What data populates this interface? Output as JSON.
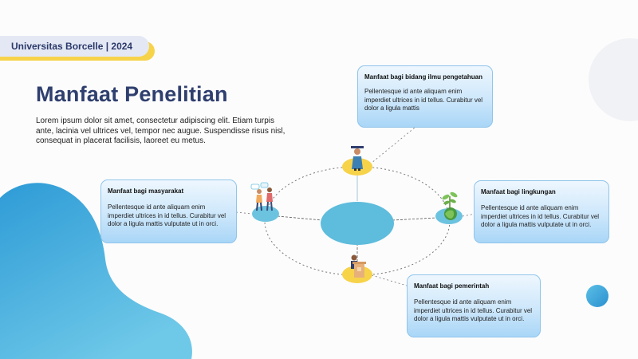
{
  "badge": {
    "text": "Universitas Borcelle | 2024"
  },
  "title": "Manfaat Penelitian",
  "description": "Lorem ipsum dolor sit amet, consectetur adipiscing elit. Etiam turpis ante, lacinia vel ultrices vel, tempor nec augue. Suspendisse risus nisl, consequat in placerat facilisis, laoreet eu metus.",
  "cards": {
    "ilmu": {
      "title": "Manfaat bagi bidang ilmu pengetahuan",
      "body": "Pellentesque id ante aliquam enim imperdiet ultrices in id tellus. Curabitur vel dolor a ligula mattis"
    },
    "masyarakat": {
      "title": "Manfaat bagi masyarakat",
      "body": "Pellentesque id ante aliquam enim imperdiet ultrices in id tellus. Curabitur vel dolor a ligula mattis vulputate ut in orci."
    },
    "lingkungan": {
      "title": "Manfaat bagi lingkungan",
      "body": "Pellentesque id ante aliquam enim imperdiet ultrices in id tellus. Curabitur vel dolor a ligula mattis vulputate ut in orci."
    },
    "pemerintah": {
      "title": "Manfaat bagi pemerintah",
      "body": "Pellentesque id ante aliquam enim imperdiet ultrices in id tellus. Curabitur vel dolor a ligula mattis vulputate ut in orci."
    }
  },
  "icons": {
    "top": "graduate-icon",
    "left": "people-talking-icon",
    "right": "plant-globe-icon",
    "bottom": "speaker-podium-icon"
  },
  "colors": {
    "primary_blue": "#2f3f6e",
    "accent_yellow": "#f7d34a",
    "node_blue": "#6cc3df",
    "center_blue": "#5ebcdc",
    "blob_blue": "#3aa6d9"
  }
}
